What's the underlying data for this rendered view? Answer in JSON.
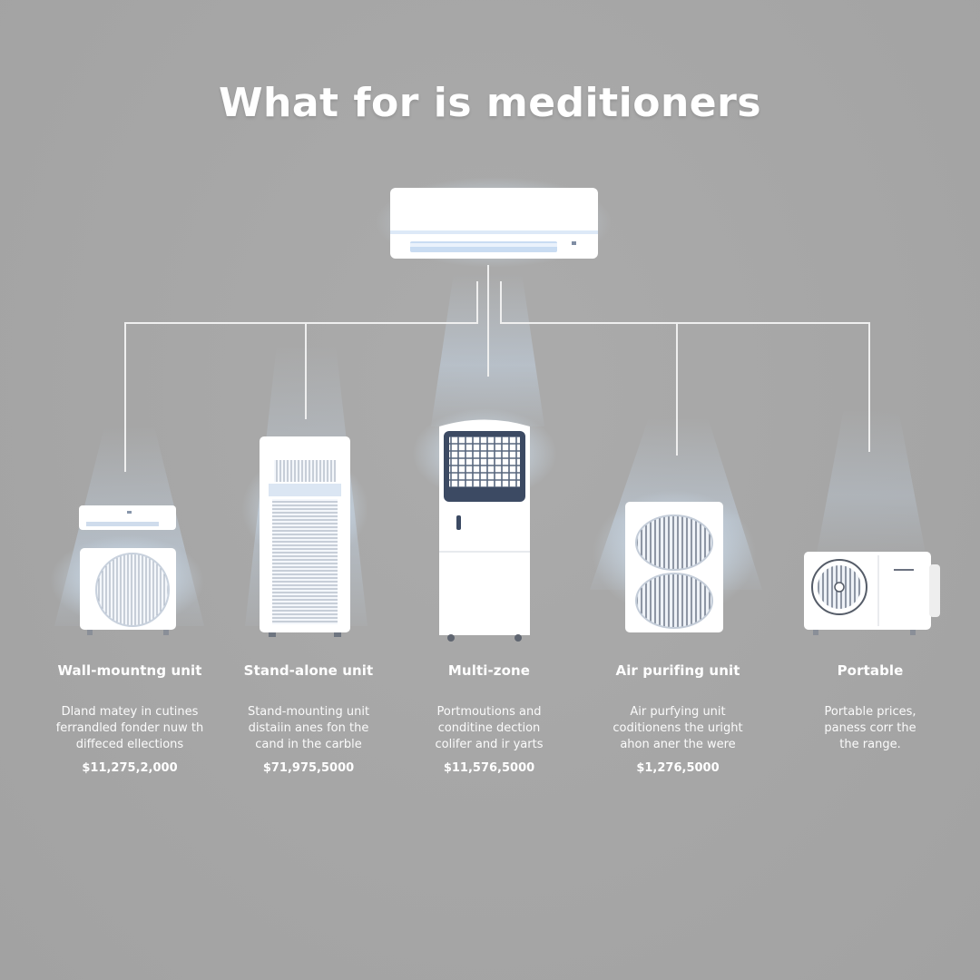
{
  "title": "What for is meditioners",
  "top_unit": {
    "icon": "wall-split-ac-icon"
  },
  "units": [
    {
      "id": "wall-mounting",
      "icon": "split-ac-with-outdoor-unit-icon",
      "name": "Wall-mountng unit",
      "desc": [
        "Dland matey in cutines",
        "ferrandled fonder nuw th",
        "diffeced ellections"
      ],
      "price": "$11,275,2,000"
    },
    {
      "id": "stand-alone",
      "icon": "tower-ac-icon",
      "name": "Stand-alone unit",
      "desc": [
        "Stand-mounting unit",
        "distaiin anes fon the",
        "cand in the carble"
      ],
      "price": "$71,975,5000"
    },
    {
      "id": "multi-zone",
      "icon": "air-cooler-icon",
      "name": "Multi-zone",
      "desc": [
        "Portmoutions and",
        "conditine dection",
        "colifer and ir yarts"
      ],
      "price": "$11,576,5000"
    },
    {
      "id": "air-purifying",
      "icon": "dual-fan-outdoor-unit-icon",
      "name": "Air purifing unit",
      "desc": [
        "Air purfying unit",
        "coditionens the uright",
        "ahon aner the were"
      ],
      "price": "$1,276,5000"
    },
    {
      "id": "portable",
      "icon": "compact-outdoor-unit-icon",
      "name": "Portable",
      "desc": [
        "Portable prices,",
        "paness corr the",
        "the range."
      ],
      "price": ""
    }
  ],
  "colors": {
    "background": "#a7a7a7",
    "unit_body": "#ffffff",
    "glow": "#cfe6ff",
    "dark_panel": "#3c4a63",
    "line": "#f0f0f0"
  }
}
